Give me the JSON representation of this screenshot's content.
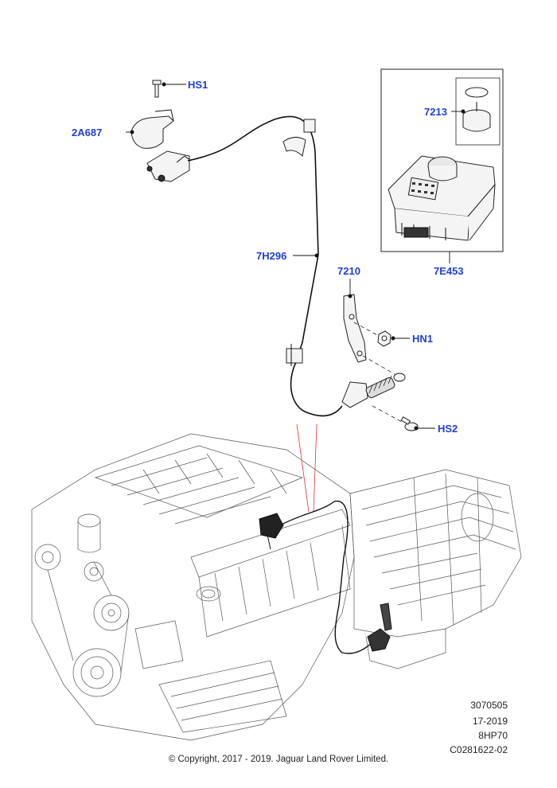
{
  "labels": {
    "hs1": "HS1",
    "a2a687": "2A687",
    "p7213": "7213",
    "p7e453": "7E453",
    "p7h296": "7H296",
    "p7210": "7210",
    "hn1": "HN1",
    "hs2": "HS2"
  },
  "reference": {
    "line1": "3070505",
    "line2": "17-2019",
    "line3": "8HP70",
    "line4": "C0281622-02"
  },
  "copyright": "© Copyright, 2017 - 2019. Jaguar Land Rover Limited.",
  "colors": {
    "label": "#1f3fd6",
    "leader": "#111111",
    "guide": "#e23030"
  }
}
